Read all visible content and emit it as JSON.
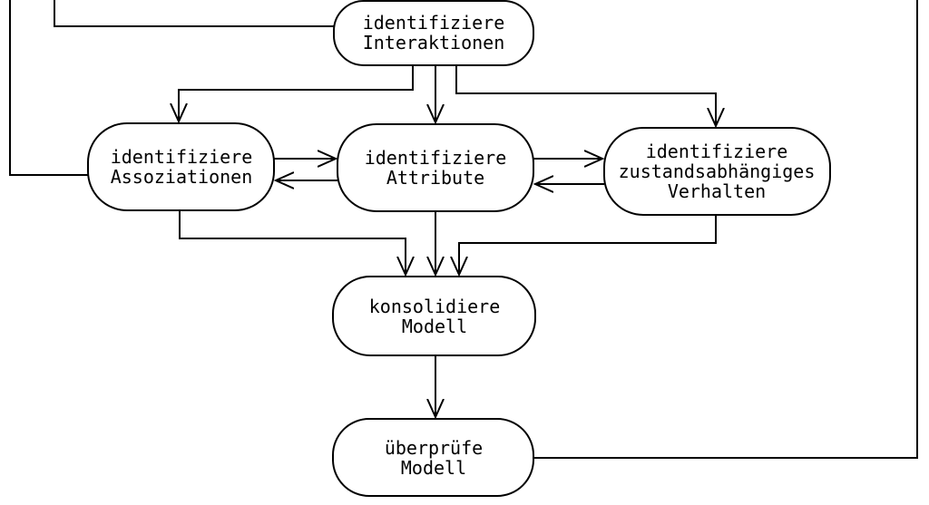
{
  "diagram": {
    "type": "flowchart",
    "language": "de",
    "background_color": "#ffffff",
    "line_color": "#000000",
    "nodes": [
      {
        "id": "identifiziere-interaktionen",
        "shape": "rounded",
        "lines": [
          "identifiziere",
          "Interaktionen"
        ]
      },
      {
        "id": "identifiziere-assoziationen",
        "shape": "rounded",
        "lines": [
          "identifiziere",
          "Assoziationen"
        ]
      },
      {
        "id": "identifiziere-attribute",
        "shape": "rounded",
        "lines": [
          "identifiziere",
          "Attribute"
        ]
      },
      {
        "id": "identifiziere-zustandsabhaengiges-verhalten",
        "shape": "rounded",
        "lines": [
          "identifiziere",
          "zustandsabhängiges",
          "Verhalten"
        ]
      },
      {
        "id": "konsolidiere-modell",
        "shape": "rounded",
        "lines": [
          "konsolidiere",
          "Modell"
        ]
      },
      {
        "id": "ueberpruefe-modell",
        "shape": "rounded",
        "lines": [
          "überprüfe",
          "Modell"
        ]
      }
    ],
    "edges": [
      {
        "from": "offscreen-top-left-outer",
        "to": "identifiziere-assoziationen",
        "arrowhead": false
      },
      {
        "from": "offscreen-top-left-inner",
        "to": "identifiziere-interaktionen",
        "arrowhead": false
      },
      {
        "from": "identifiziere-interaktionen",
        "to": "identifiziere-assoziationen",
        "arrowhead": true
      },
      {
        "from": "identifiziere-interaktionen",
        "to": "identifiziere-attribute",
        "arrowhead": true
      },
      {
        "from": "identifiziere-interaktionen",
        "to": "identifiziere-zustandsabhaengiges-verhalten",
        "arrowhead": true
      },
      {
        "from": "identifiziere-assoziationen",
        "to": "identifiziere-attribute",
        "arrowhead": true
      },
      {
        "from": "identifiziere-attribute",
        "to": "identifiziere-assoziationen",
        "arrowhead": true
      },
      {
        "from": "identifiziere-attribute",
        "to": "identifiziere-zustandsabhaengiges-verhalten",
        "arrowhead": true
      },
      {
        "from": "identifiziere-zustandsabhaengiges-verhalten",
        "to": "identifiziere-attribute",
        "arrowhead": true
      },
      {
        "from": "identifiziere-assoziationen",
        "to": "konsolidiere-modell",
        "arrowhead": true
      },
      {
        "from": "identifiziere-attribute",
        "to": "konsolidiere-modell",
        "arrowhead": true
      },
      {
        "from": "identifiziere-zustandsabhaengiges-verhalten",
        "to": "konsolidiere-modell",
        "arrowhead": true
      },
      {
        "from": "konsolidiere-modell",
        "to": "ueberpruefe-modell",
        "arrowhead": true
      },
      {
        "from": "ueberpruefe-modell",
        "to": "offscreen-top-right",
        "arrowhead": false
      }
    ]
  }
}
